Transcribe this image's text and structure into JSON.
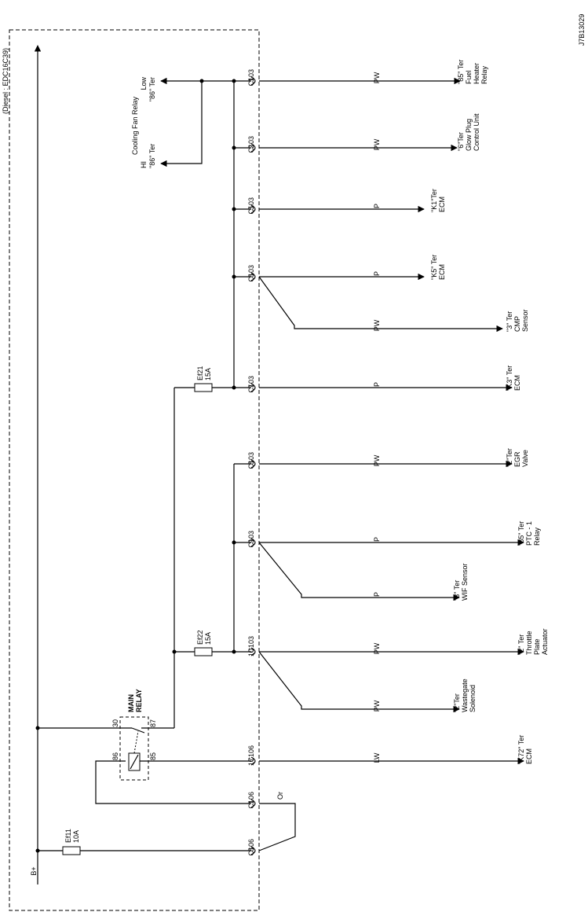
{
  "drawing_id": "J7B13029",
  "scope_label": "(Diesel : EDC16C39)",
  "supply_label": "B+",
  "fuses": [
    {
      "id": "Ef11",
      "rating": "10A"
    },
    {
      "id": "Ef21",
      "rating": "15A"
    },
    {
      "id": "Ef22",
      "rating": "15A"
    }
  ],
  "main_relay": {
    "name_line1": "MAIN",
    "name_line2": "RELAY",
    "pins": [
      "30",
      "87",
      "86",
      "85"
    ]
  },
  "cooling_fan_relay": {
    "title": "Cooling Fan Relay",
    "low_term": "\"86\" Ter",
    "low_label": "Low",
    "hi_term": "\"86\" Ter",
    "hi_label": "HI"
  },
  "circuits": [
    {
      "pin": "1",
      "connector": "C103",
      "wire": "PW",
      "dest": [
        "\"85\" Ter",
        "Fuel",
        "Heater",
        "Relay"
      ]
    },
    {
      "pin": "2",
      "connector": "C103",
      "wire": "PW",
      "dest": [
        "\"6\"Ter",
        "Glow Plug",
        "Control Unit"
      ]
    },
    {
      "pin": "5",
      "connector": "C103",
      "wire": "P",
      "dest": [
        "\"K1\"Ter",
        "ECM"
      ]
    },
    {
      "pin": "6",
      "connector": "C103",
      "wire": "P",
      "dest": [
        "\"K5\" Ter",
        "ECM"
      ],
      "branch": {
        "wire": "PW",
        "dest": [
          "\"3\" Ter",
          "CMP",
          "Sensor"
        ]
      }
    },
    {
      "pin": "7",
      "connector": "C103",
      "wire": "P",
      "dest": [
        "\"K3\" Ter",
        "ECM"
      ]
    },
    {
      "pin": "8",
      "connector": "C103",
      "wire": "PW",
      "dest": [
        "\"2\"Ter",
        "EGR",
        "Valve"
      ]
    },
    {
      "pin": "9",
      "connector": "C103",
      "wire": "P",
      "dest": [
        "\"85\" Ter",
        "PTC - 1",
        "Relay"
      ],
      "branch": {
        "wire": "P",
        "dest": [
          "\"3\" Ter",
          "WIF Sensor"
        ]
      }
    },
    {
      "pin": "10",
      "connector": "C103",
      "wire": "PW",
      "dest": [
        "\"2\" Ter",
        "Throttle",
        "Plate",
        "Actuator"
      ],
      "branch": {
        "wire": "PW",
        "dest": [
          "\"2\"Ter",
          "Wastegate",
          "Solenoid"
        ]
      }
    },
    {
      "pin": "17",
      "connector": "C106",
      "wire": "LW",
      "dest": [
        "\"K72\" Ter",
        "ECM"
      ]
    },
    {
      "pin": "1",
      "connector": "C106",
      "wire": "Or",
      "dest": []
    },
    {
      "pin": "8",
      "connector": "C106",
      "wire": "",
      "dest": []
    }
  ]
}
